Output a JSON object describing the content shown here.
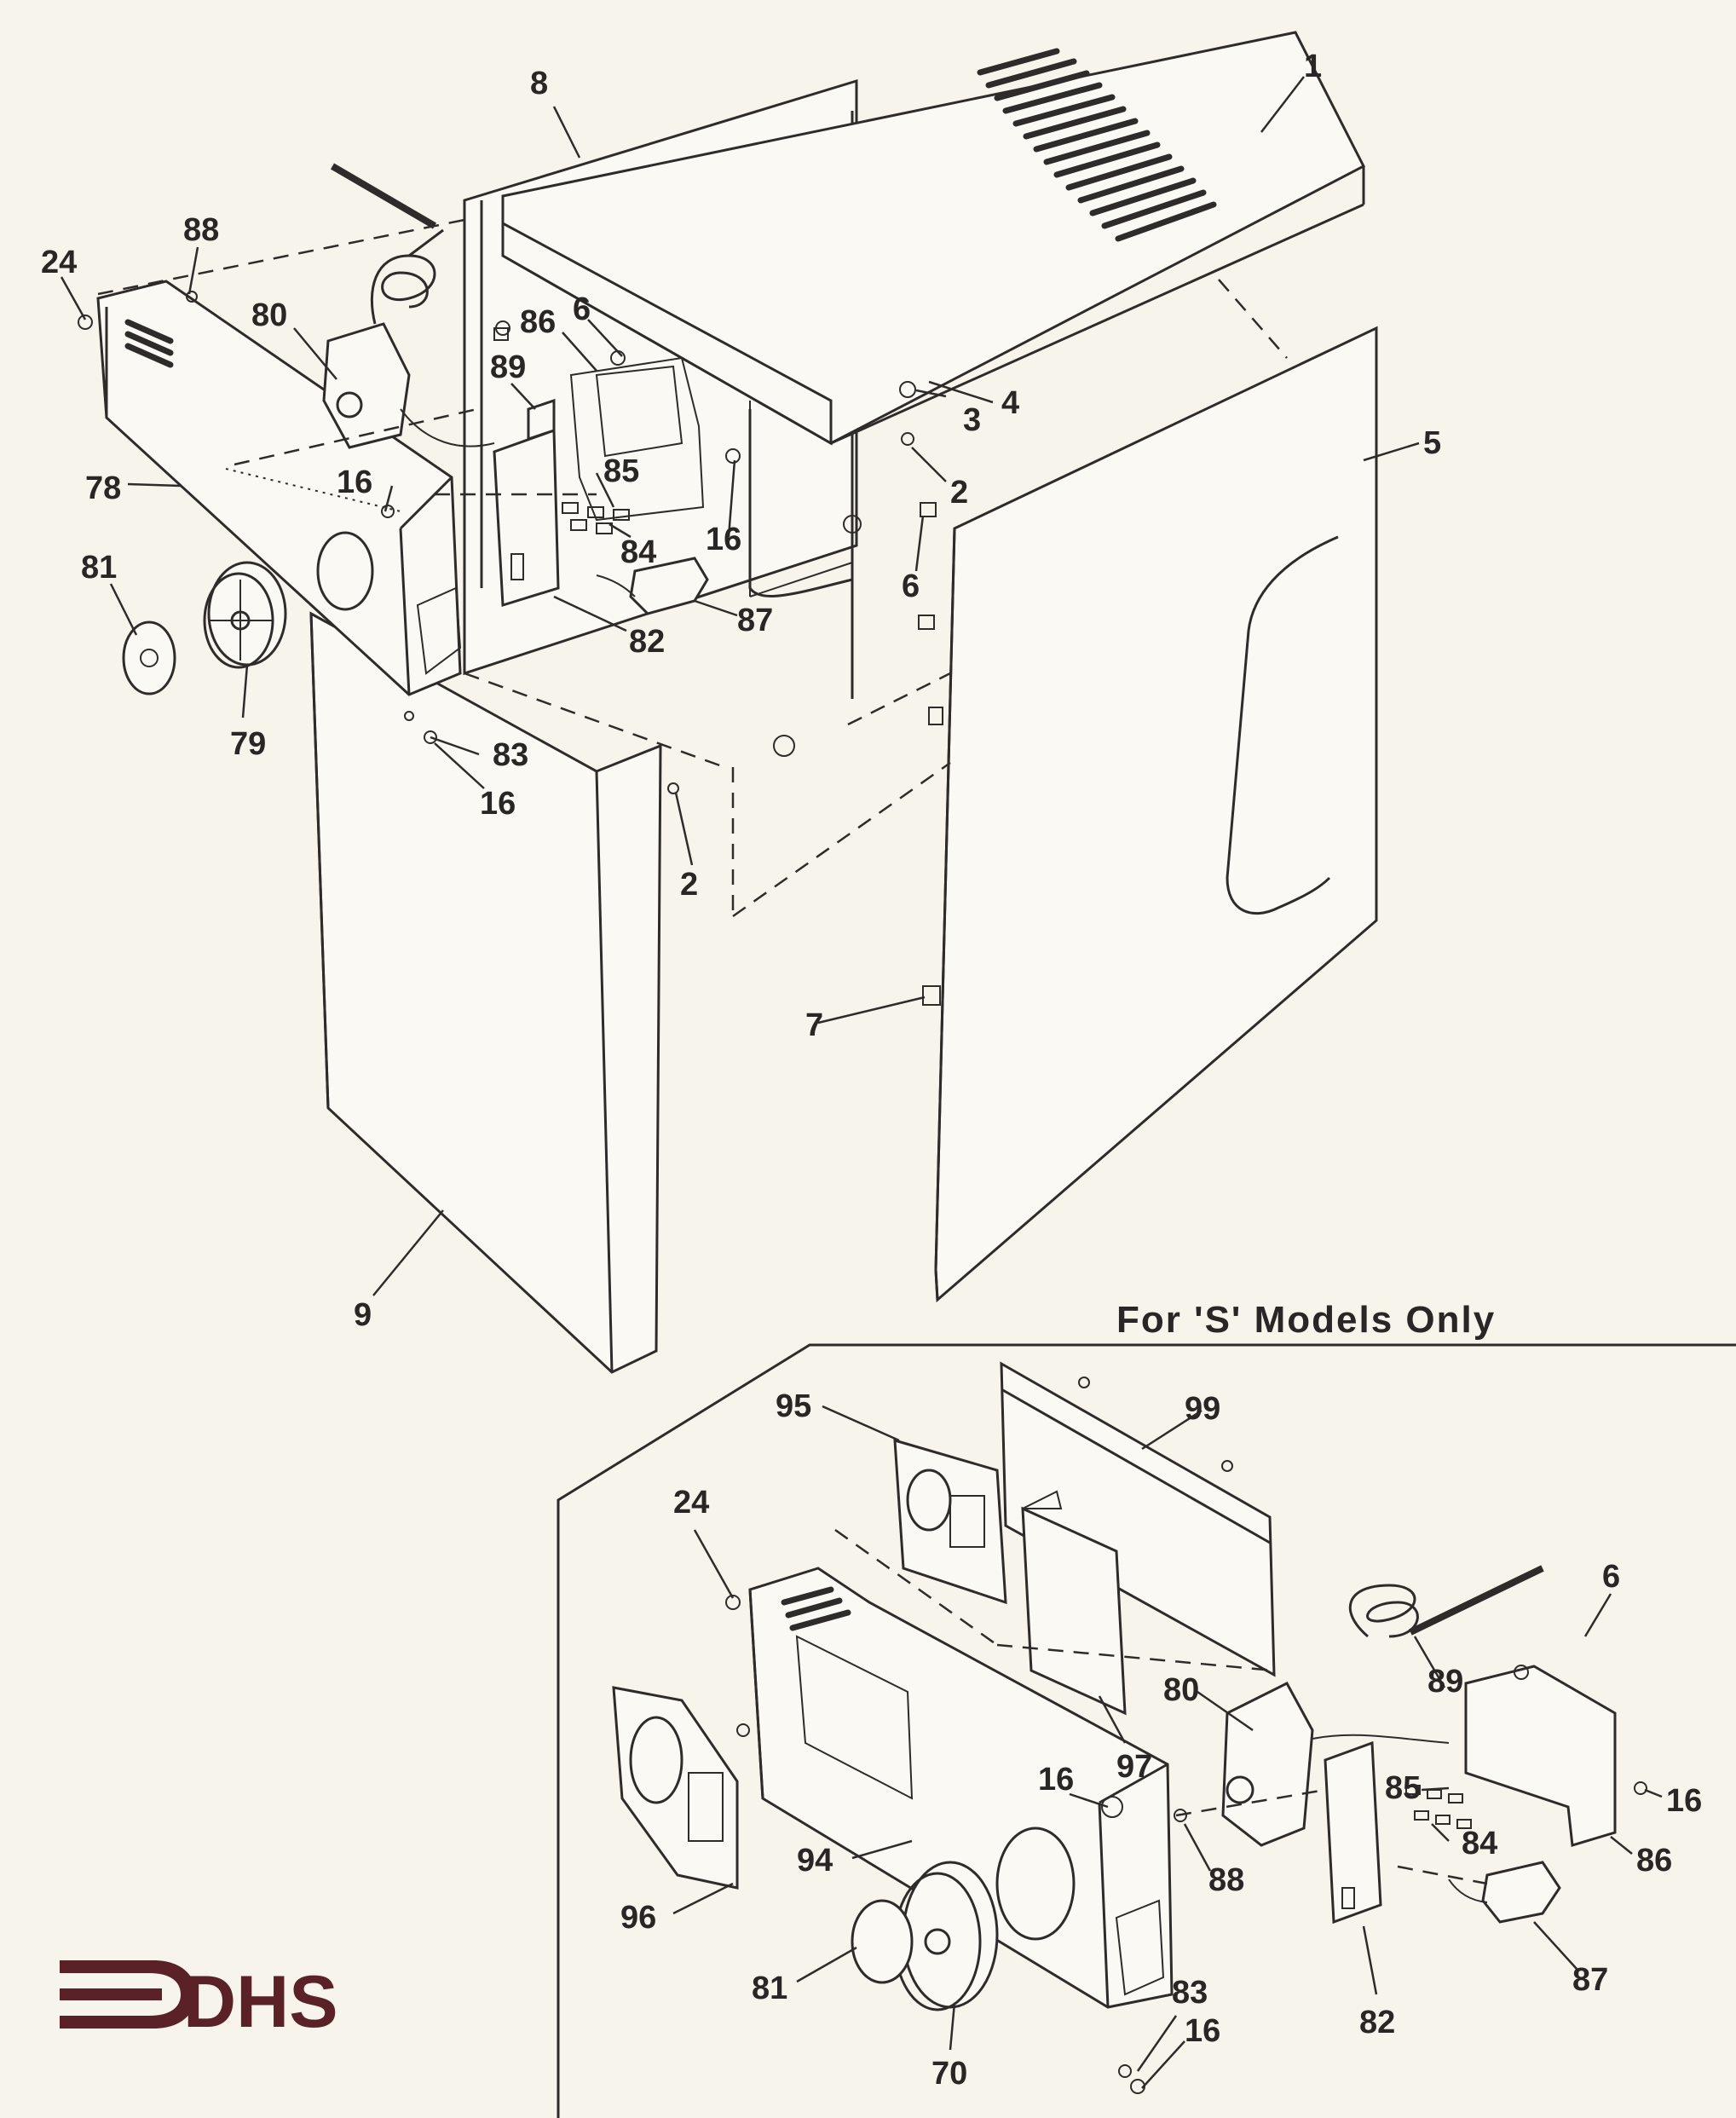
{
  "inset_heading": "For 'S' Models Only",
  "brand": {
    "name": "DHS"
  },
  "main_labels": [
    "1",
    "8",
    "24",
    "88",
    "80",
    "86",
    "6",
    "89",
    "3",
    "4",
    "2",
    "78",
    "16",
    "85",
    "84",
    "16",
    "5",
    "81",
    "6",
    "79",
    "87",
    "82",
    "83",
    "16",
    "2",
    "7",
    "9"
  ],
  "inset_labels": [
    "95",
    "99",
    "24",
    "6",
    "89",
    "80",
    "97",
    "16",
    "85",
    "16",
    "84",
    "86",
    "94",
    "88",
    "96",
    "81",
    "70",
    "83",
    "82",
    "87",
    "16"
  ],
  "colors": {
    "ink": "#2a2626",
    "paper": "#f7f4ec",
    "brand": "#5a2226"
  }
}
